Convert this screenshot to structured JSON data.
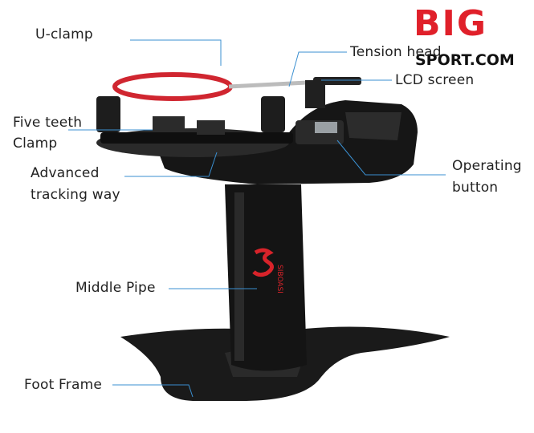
{
  "logo": {
    "big_text": "BIG",
    "sub_text": "SPORT.COM",
    "brand_color": "#e0202a"
  },
  "machine": {
    "brand_mark": "SIBOASI"
  },
  "labels": {
    "u_clamp": "U-clamp",
    "tension_head": "Tension head",
    "lcd_screen": "LCD screen",
    "five_teeth_line1": "Five teeth",
    "five_teeth_line2": "Clamp",
    "advanced_line1": "Advanced",
    "advanced_line2": "tracking way",
    "operating_line1": "Operating",
    "operating_line2": "button",
    "middle_pipe": "Middle Pipe",
    "foot_frame": "Foot Frame"
  }
}
